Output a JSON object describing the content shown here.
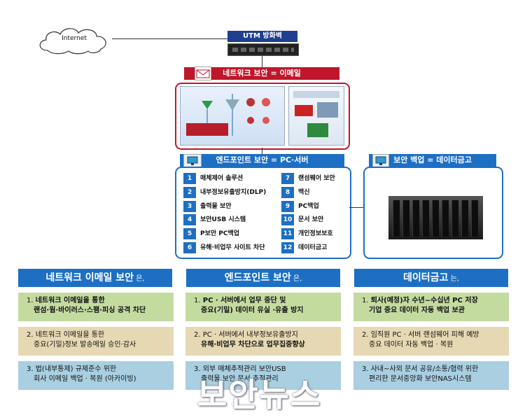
{
  "internet": {
    "label": "Internet"
  },
  "utm": {
    "title": "UTM 방화벽"
  },
  "network_email": {
    "title": "네트워크 보안 = 이메일"
  },
  "endpoint": {
    "title": "엔드포인트 보안 = PC·서버",
    "items": [
      {
        "num": "1",
        "label": "매체제어 솔루션"
      },
      {
        "num": "2",
        "label": "내부정보유출방지(DLP)"
      },
      {
        "num": "3",
        "label": "출력물 보안"
      },
      {
        "num": "4",
        "label": "보안USB 시스템"
      },
      {
        "num": "5",
        "label": "P보안 PC백업"
      },
      {
        "num": "6",
        "label": "유해·비업무 사이트 차단"
      },
      {
        "num": "7",
        "label": "랜섬웨어 보안"
      },
      {
        "num": "8",
        "label": "백신"
      },
      {
        "num": "9",
        "label": "PC백업"
      },
      {
        "num": "10",
        "label": "문서 보안"
      },
      {
        "num": "11",
        "label": "개인정보보호"
      },
      {
        "num": "12",
        "label": "데이터금고"
      }
    ]
  },
  "backup": {
    "title": "보안 백업 = 데이터금고"
  },
  "columns": [
    {
      "head": "네트워크 이메일 보안",
      "suffix": " 은,",
      "cards": [
        {
          "num": "1.",
          "line1": "네트워크 이메일을 통한",
          "line2": "랜섬·웜·바이러스·스팸·피싱 공격 차단"
        },
        {
          "num": "2.",
          "line1": "네트워크 이메일을 통한",
          "line2": "중요(기밀)정보 발송메일 승인·감사"
        },
        {
          "num": "3.",
          "line1": "법(내부통제) 규제준수 위한",
          "line2": "회사 이메일 백업 · 복원 (아카이빙)"
        }
      ]
    },
    {
      "head": "엔드포인트 보안",
      "suffix": " 은,",
      "cards": [
        {
          "num": "1.",
          "line1": "PC · 서버에서 업무 중단 및",
          "line2": "중요(기밀) 데이터 유실 ·유출 방지"
        },
        {
          "num": "2.",
          "line1": "PC · 서버에서 내부정보유출방지",
          "line2": "유해·비업무 차단으로 업무집중향상"
        },
        {
          "num": "3.",
          "line1": "외부 매체추적관리 보안USB",
          "line2": "출력물 보안 문서 추적관리"
        }
      ]
    },
    {
      "head": "데이터금고",
      "suffix": " 는,",
      "cards": [
        {
          "num": "1.",
          "line1": "퇴사(예정)자 수년~수십년 PC 저장",
          "line2": "기업 중요 데이터 자동 백업 보관"
        },
        {
          "num": "2.",
          "line1": "임직원 PC · 서버 랜섬웨어 피해 예방",
          "line2": "중요 데이터 자동 백업 · 복원"
        },
        {
          "num": "3.",
          "line1": "사내~사외 문서 공유/소통/협력 위한",
          "line2": "편리한 문서중앙화 보안NAS시스템"
        }
      ]
    }
  ],
  "watermark": "보안뉴스"
}
